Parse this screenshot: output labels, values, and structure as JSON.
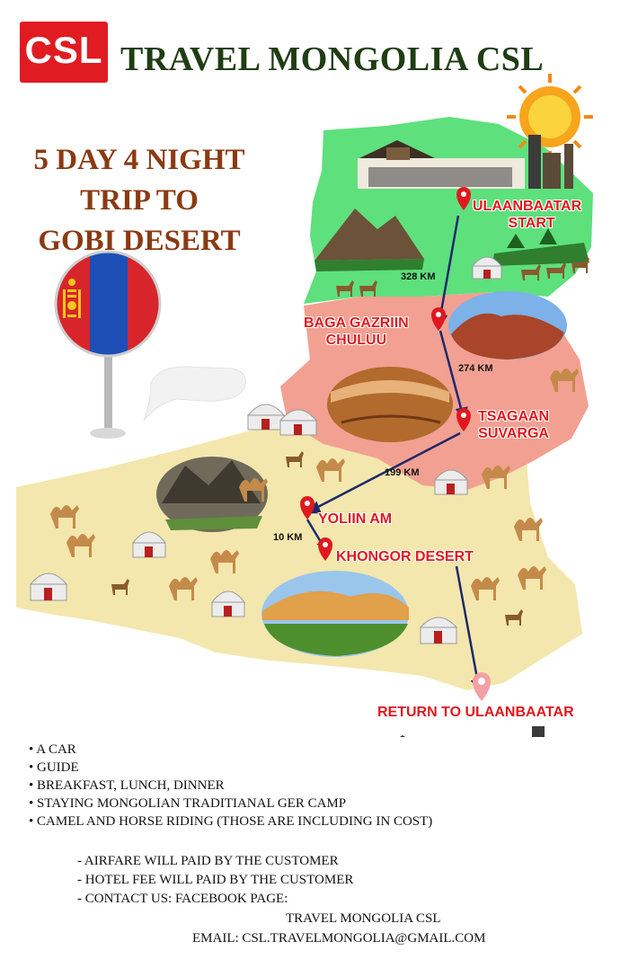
{
  "logo": {
    "text": "CSL",
    "color": "#e11b22"
  },
  "brand": "TRAVEL MONGOLIA CSL",
  "trip_title": [
    "5 DAY 4 NIGHT",
    "TRIP TO",
    "GOBI DESERT"
  ],
  "colors": {
    "title": "#8b3a12",
    "brand": "#1f3d13",
    "map_north": "#5ee07c",
    "map_center": "#f2a091",
    "map_south": "#f4e7ad",
    "label_red": "#e0191f",
    "flag_red": "#d8252b",
    "flag_blue": "#1d4fb6"
  },
  "stops": [
    {
      "name": "ULAANBAATAR",
      "sub": "START"
    },
    {
      "name": "BAGA GAZRIIN",
      "sub": "CHULUU"
    },
    {
      "name": "TSAGAAN",
      "sub": "SUVARGA"
    },
    {
      "name": "YOLIIN AM"
    },
    {
      "name": "KHONGOR DESERT"
    },
    {
      "name": "RETURN TO ULAANBAATAR"
    }
  ],
  "distances": [
    "328 KM",
    "274 KM",
    "199 KM",
    "10 KM"
  ],
  "includes": [
    "A CAR",
    "GUIDE",
    "BREAKFAST, LUNCH, DINNER",
    "STAYING MONGOLIAN TRADITIANAL GER CAMP",
    "CAMEL AND HORSE RIDING (THOSE ARE INCLUDING IN COST)"
  ],
  "notes": [
    "- AIRFARE WILL PAID BY THE CUSTOMER",
    "- HOTEL  FEE WILL PAID BY THE CUSTOMER",
    "- CONTACT US: FACEBOOK PAGE:"
  ],
  "contact": {
    "name": "TRAVEL MONGOLIA CSL",
    "email": "EMAIL: CSL.TRAVELMONGOLIA@GMAIL.COM"
  },
  "icons": [
    "location-pin-icon",
    "ger-icon",
    "camel-icon",
    "horse-icon",
    "sun-icon",
    "mongolia-flag-pin-icon"
  ]
}
